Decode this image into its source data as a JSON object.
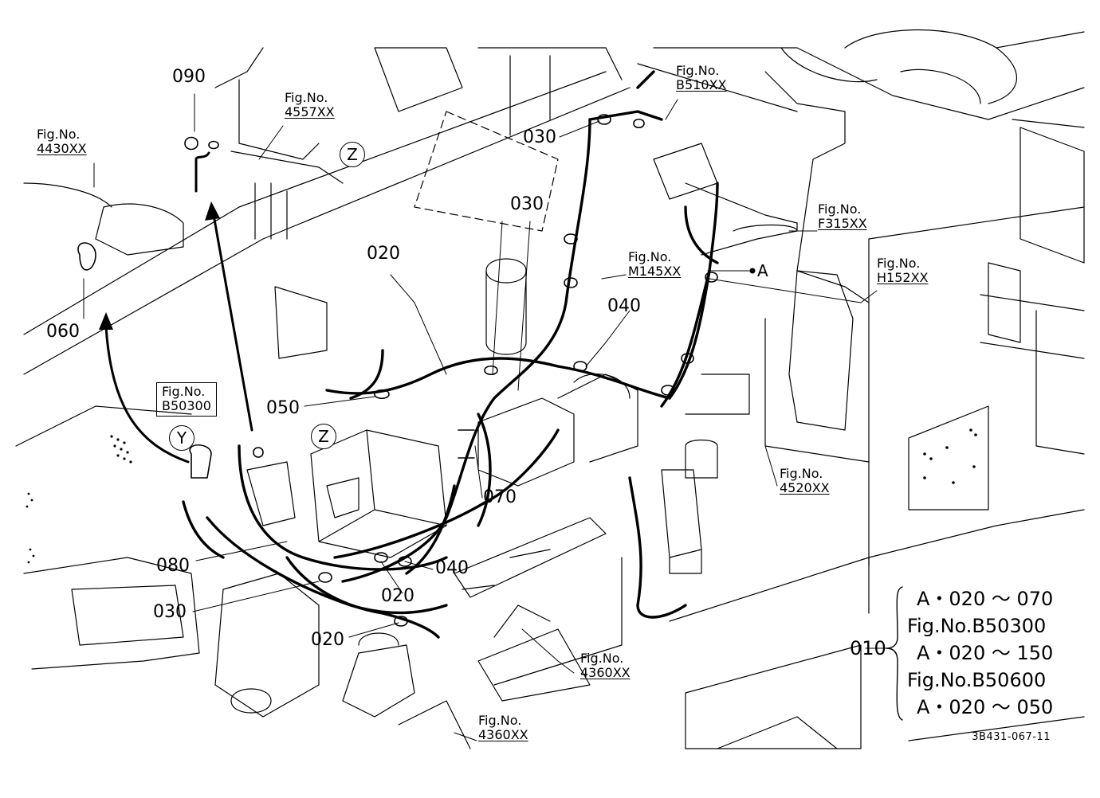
{
  "part_labels": [
    {
      "id": "p090",
      "text": "090"
    },
    {
      "id": "p060",
      "text": "060"
    },
    {
      "id": "p020a",
      "text": "020"
    },
    {
      "id": "p030a",
      "text": "030"
    },
    {
      "id": "p030b",
      "text": "030"
    },
    {
      "id": "p040a",
      "text": "040"
    },
    {
      "id": "p050",
      "text": "050"
    },
    {
      "id": "p070",
      "text": "070"
    },
    {
      "id": "p080",
      "text": "080"
    },
    {
      "id": "p040b",
      "text": "040"
    },
    {
      "id": "p020b",
      "text": "020"
    },
    {
      "id": "p030c",
      "text": "030"
    },
    {
      "id": "p020c",
      "text": "020"
    }
  ],
  "figure_refs": [
    {
      "id": "f4430",
      "caption": "Fig.No.",
      "number": "4430XX"
    },
    {
      "id": "f4557",
      "caption": "Fig.No.",
      "number": "4557XX"
    },
    {
      "id": "fB510",
      "caption": "Fig.No.",
      "number": "B510XX"
    },
    {
      "id": "fF315",
      "caption": "Fig.No.",
      "number": "F315XX"
    },
    {
      "id": "fM145",
      "caption": "Fig.No.",
      "number": "M145XX"
    },
    {
      "id": "fH152",
      "caption": "Fig.No.",
      "number": "H152XX"
    },
    {
      "id": "fB50300",
      "caption": "Fig.No.",
      "number": "B50300"
    },
    {
      "id": "f4520",
      "caption": "Fig.No.",
      "number": "4520XX"
    },
    {
      "id": "f4360a",
      "caption": "Fig.No.",
      "number": "4360XX"
    },
    {
      "id": "f4360b",
      "caption": "Fig.No.",
      "number": "4360XX"
    }
  ],
  "markers": {
    "z": "Z",
    "y": "Y",
    "a": "A"
  },
  "legend": {
    "part": "010",
    "lines": [
      "A・020 ～ 070",
      "Fig.No.B50300",
      "A・020 ～ 150",
      "Fig.No.B50600",
      "A・020 ～ 050"
    ]
  },
  "drawing_code": "3B431-067-11"
}
